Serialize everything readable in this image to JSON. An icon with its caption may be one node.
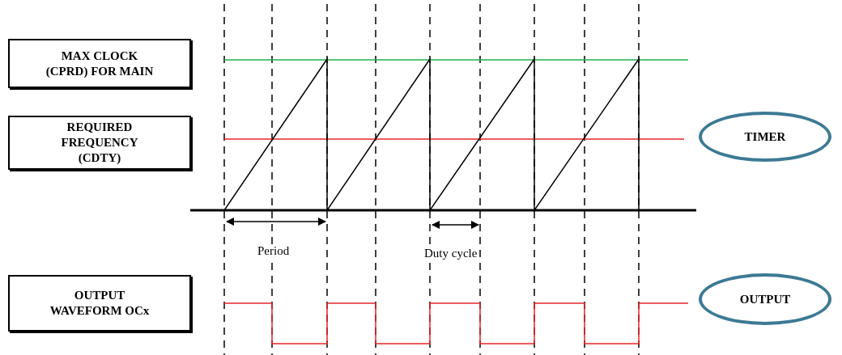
{
  "diagram": {
    "nodes": [
      {
        "text": [
          "MAX CLOCK (CPRD) FOR MAIN"
        ]
      },
      {
        "text": [
          "REQUIRED FREQUENCY (CDTY)"
        ]
      },
      {
        "text": [
          "TIMER"
        ]
      },
      {
        "text": [
          "OUTPUT WAVEFORM OCx"
        ]
      },
      {
        "text": [
          "OUTPUT"
        ]
      }
    ],
    "labels": [
      "Period",
      "Duty cycle"
    ]
  }
}
